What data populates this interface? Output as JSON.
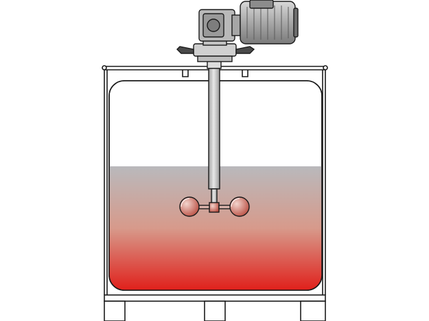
{
  "diagram": {
    "subject": "IBC tote mixer",
    "components": [
      {
        "id": "electric-motor",
        "icon": "motor-icon"
      },
      {
        "id": "gearbox",
        "icon": "gearbox-icon"
      },
      {
        "id": "mounting-clamp",
        "icon": "clamp-icon"
      },
      {
        "id": "clamp-handles",
        "icon": "lever-icon"
      },
      {
        "id": "agitator-shaft",
        "icon": "shaft-icon"
      },
      {
        "id": "folding-impeller",
        "icon": "impeller-icon"
      },
      {
        "id": "tote-cage",
        "icon": "cage-icon"
      },
      {
        "id": "tank-liner",
        "icon": "tank-icon"
      },
      {
        "id": "liquid-fill",
        "icon": "liquid-icon"
      },
      {
        "id": "pallet-base",
        "icon": "pallet-icon"
      }
    ],
    "colors": {
      "outline": "#1a1a1a",
      "motor_body": "#b5b5b5",
      "motor_dark": "#6e6e6e",
      "liquid_top": "#b9b9bc",
      "liquid_mid": "#d79a8b",
      "liquid_bottom": "#e0201b",
      "impeller_highlight": "#f3d4cd",
      "impeller_shade": "#b74a3d"
    }
  }
}
